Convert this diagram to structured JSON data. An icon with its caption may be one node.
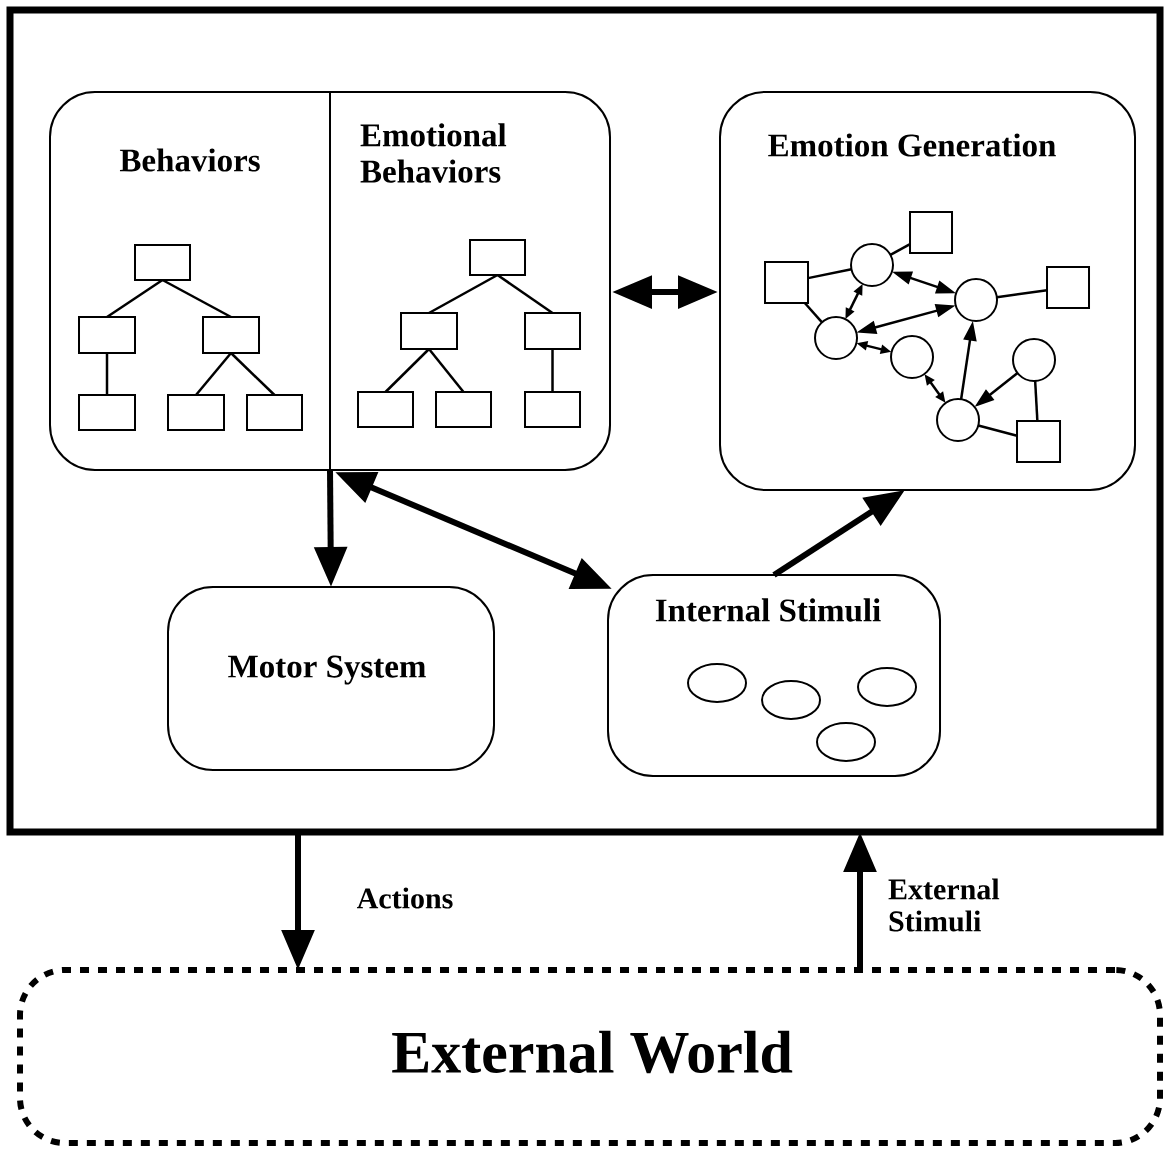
{
  "diagram": {
    "nodes": [
      {
        "text": [],
        "shape": "box"
      },
      {
        "text": [
          "Behaviors",
          "Emotional Behaviors"
        ],
        "in": 0
      },
      {
        "text": [],
        "shape": "box",
        "in": 1
      },
      {
        "text": [],
        "shape": "box",
        "in": 1
      },
      {
        "text": [],
        "shape": "box",
        "in": 1
      },
      {
        "text": [],
        "shape": "box",
        "in": 1
      },
      {
        "text": [],
        "shape": "box",
        "in": 1
      },
      {
        "text": [],
        "shape": "box",
        "in": 1
      },
      {
        "text": [],
        "shape": "box",
        "in": 1
      },
      {
        "text": [],
        "shape": "box",
        "in": 1
      },
      {
        "text": [],
        "shape": "box",
        "in": 1
      },
      {
        "text": [],
        "shape": "box",
        "in": 1
      },
      {
        "text": [],
        "shape": "box",
        "in": 1
      },
      {
        "text": [],
        "shape": "box",
        "in": 1
      },
      {
        "text": [
          "Emotion Generation"
        ],
        "in": 0
      },
      {
        "text": [],
        "shape": "box",
        "in": 14
      },
      {
        "text": [],
        "shape": "circle",
        "in": 14
      },
      {
        "text": [],
        "shape": "box",
        "in": 14
      },
      {
        "text": [],
        "shape": "box",
        "in": 14
      },
      {
        "text": [],
        "shape": "circle",
        "in": 14
      },
      {
        "text": [],
        "shape": "circle",
        "in": 14
      },
      {
        "text": [],
        "shape": "circle",
        "in": 14
      },
      {
        "text": [],
        "shape": "circle",
        "in": 14
      },
      {
        "text": [],
        "shape": "circle",
        "in": 14
      },
      {
        "text": [],
        "shape": "box",
        "in": 14
      },
      {
        "text": [
          "Motor System"
        ],
        "in": 0
      },
      {
        "text": [
          "Internal Stimuli"
        ],
        "in": 0
      },
      {
        "text": [],
        "shape": "ellipse",
        "in": 26
      },
      {
        "text": [],
        "shape": "ellipse",
        "in": 26
      },
      {
        "text": [],
        "shape": "ellipse",
        "in": 26
      },
      {
        "text": [],
        "shape": "ellipse",
        "in": 26
      },
      {
        "text": [
          "External World"
        ]
      }
    ],
    "edges": [
      {
        "from": 2,
        "to": 3,
        "arrow": "none"
      },
      {
        "from": 2,
        "to": 4,
        "arrow": "none"
      },
      {
        "from": 3,
        "to": 5,
        "arrow": "none"
      },
      {
        "from": 4,
        "to": 6,
        "arrow": "none"
      },
      {
        "from": 4,
        "to": 7,
        "arrow": "none"
      },
      {
        "from": 8,
        "to": 9,
        "arrow": "none"
      },
      {
        "from": 8,
        "to": 10,
        "arrow": "none"
      },
      {
        "from": 9,
        "to": 11,
        "arrow": "none"
      },
      {
        "from": 9,
        "to": 12,
        "arrow": "none"
      },
      {
        "from": 10,
        "to": 13,
        "arrow": "none"
      },
      {
        "from": 17,
        "to": 16,
        "arrow": "none"
      },
      {
        "from": 16,
        "to": 15,
        "arrow": "none"
      },
      {
        "from": 17,
        "to": 20,
        "arrow": "none"
      },
      {
        "from": 19,
        "to": 18,
        "arrow": "none"
      },
      {
        "from": 16,
        "to": 19,
        "arrow": "both"
      },
      {
        "from": 20,
        "to": 16,
        "arrow": "both"
      },
      {
        "from": 20,
        "to": 19,
        "arrow": "both"
      },
      {
        "from": 20,
        "to": 21,
        "arrow": "both"
      },
      {
        "from": 21,
        "to": 23,
        "arrow": "both"
      },
      {
        "from": 23,
        "to": 19,
        "arrow": "to"
      },
      {
        "from": 22,
        "to": 23,
        "arrow": "to"
      },
      {
        "from": 22,
        "to": 24,
        "arrow": "none"
      },
      {
        "from": 23,
        "to": 24,
        "arrow": "none"
      },
      {
        "from": 1,
        "to": 14,
        "arrow": "both",
        "style": "thick"
      },
      {
        "from": 1,
        "to": 25,
        "arrow": "to",
        "style": "thick"
      },
      {
        "from": 1,
        "to": 26,
        "arrow": "both",
        "style": "thick"
      },
      {
        "from": 26,
        "to": 14,
        "arrow": "to",
        "style": "thick"
      },
      {
        "from": 0,
        "to": 31,
        "arrow": "to",
        "style": "thick",
        "label": "Actions"
      },
      {
        "from": 31,
        "to": 0,
        "arrow": "to",
        "style": "thick",
        "label": "External Stimuli"
      }
    ]
  }
}
